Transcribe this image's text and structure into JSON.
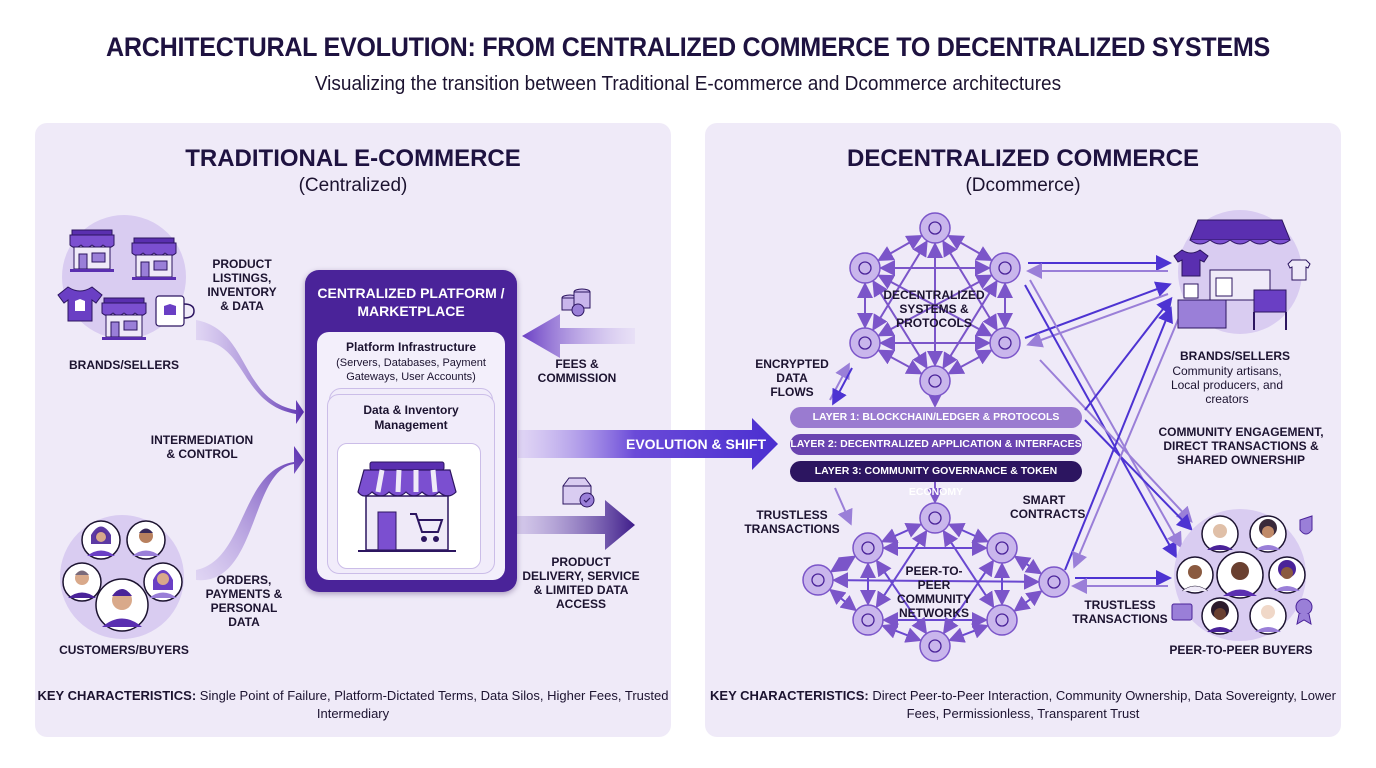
{
  "header": {
    "title": "ARCHITECTURAL EVOLUTION: FROM CENTRALIZED COMMERCE TO DECENTRALIZED SYSTEMS",
    "subtitle": "Visualizing the transition between Traditional E-commerce and Dcommerce architectures"
  },
  "colors": {
    "primary": "#4a2399",
    "accent": "#7b4fd0",
    "light_panel": "#efeaf8",
    "blue_arrow": "#5b3fd6",
    "dark_text": "#1e1240"
  },
  "left_panel": {
    "title": "TRADITIONAL E-COMMERCE",
    "subtitle": "(Centralized)",
    "sellers_label": "BRANDS/SELLERS",
    "sellers_icons": [
      "storefront-icon",
      "storefront-icon",
      "tshirt-icon",
      "storefront-icon",
      "mug-icon"
    ],
    "customers_label": "CUSTOMERS/BUYERS",
    "flow_product_listings": "PRODUCT LISTINGS, INVENTORY & DATA",
    "flow_intermediation": "INTERMEDIATION & CONTROL",
    "flow_orders": "ORDERS, PAYMENTS & PERSONAL DATA",
    "flow_fees": "FEES & COMMISSION",
    "flow_delivery": "PRODUCT DELIVERY, SERVICE & LIMITED DATA ACCESS",
    "platform": {
      "title": "CENTRALIZED PLATFORM / MARKETPLACE",
      "infra_title": "Platform Infrastructure",
      "infra_sub": "(Servers, Databases, Payment Gateways, User Accounts)",
      "data_mgmt": "Data & Inventory Management",
      "icon": "storefront-cart-icon"
    },
    "key_label": "KEY CHARACTERISTICS:",
    "key_text": "Single Point of Failure, Platform-Dictated Terms, Data Silos, Higher Fees, Trusted Intermediary"
  },
  "evolution": {
    "label": "EVOLUTION & SHIFT"
  },
  "right_panel": {
    "title": "DECENTRALIZED COMMERCE",
    "subtitle": "(Dcommerce)",
    "systems_label": "DECENTRALIZED SYSTEMS & PROTOCOLS",
    "systems_nodes": [
      "atom-icon",
      "network-hub-icon",
      "wallet-icon",
      "document-edit-icon",
      "hierarchy-icon",
      "cycle-icon"
    ],
    "p2p_label": "PEER-TO-PEER COMMUNITY NETWORKS",
    "p2p_nodes": [
      "cycle-icon",
      "gear-cluster-icon",
      "ledger-icon",
      "graph-icon",
      "network-icon",
      "contract-icon",
      "document-icon",
      "molecule-icon"
    ],
    "layers": [
      "LAYER 1: BLOCKCHAIN/LEDGER & PROTOCOLS",
      "LAYER 2: DECENTRALIZED APPLICATION & INTERFACES",
      "LAYER 3: COMMUNITY GOVERNANCE & TOKEN ECONOMY"
    ],
    "encrypted_flows": "ENCRYPTED DATA FLOWS",
    "trustless_left": "TRUSTLESS TRANSACTIONS",
    "smart_contracts": "SMART CONTRACTS",
    "trustless_right": "TRUSTLESS TRANSACTIONS",
    "community_engagement": "COMMUNITY ENGAGEMENT, DIRECT TRANSACTIONS & SHARED OWNERSHIP",
    "sellers_label": "BRANDS/SELLERS",
    "sellers_sub": "Community artisans, Local producers, and creators",
    "buyers_label": "PEER-TO-PEER BUYERS",
    "key_label": "KEY CHARACTERISTICS:",
    "key_text": "Direct Peer-to-Peer Interaction, Community Ownership, Data Sovereignty, Lower Fees, Permissionless, Transparent Trust"
  }
}
